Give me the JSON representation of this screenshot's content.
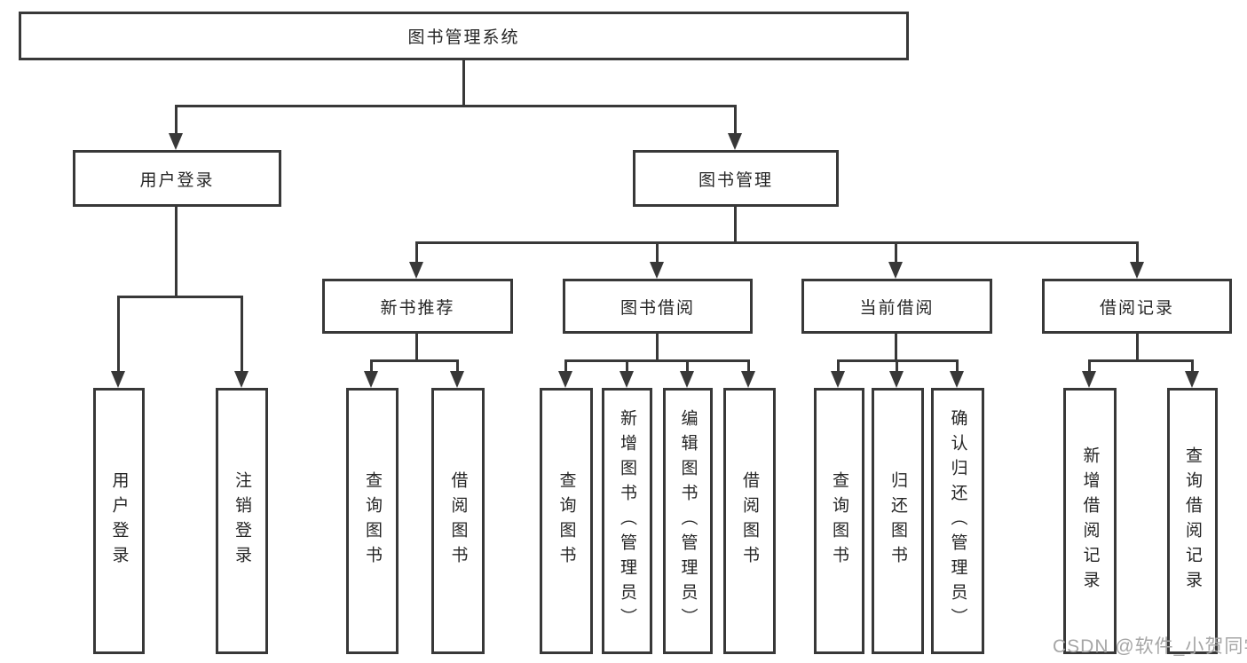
{
  "tree": {
    "label": "图书管理系统",
    "children": [
      {
        "label": "用户登录",
        "children": [
          {
            "label": "用户登录"
          },
          {
            "label": "注销登录"
          }
        ]
      },
      {
        "label": "图书管理",
        "children": [
          {
            "label": "新书推荐",
            "children": [
              {
                "label": "查询图书"
              },
              {
                "label": "借阅图书"
              }
            ]
          },
          {
            "label": "图书借阅",
            "children": [
              {
                "label": "查询图书"
              },
              {
                "label": "新增图书（管理员）"
              },
              {
                "label": "编辑图书（管理员）"
              },
              {
                "label": "借阅图书"
              }
            ]
          },
          {
            "label": "当前借阅",
            "children": [
              {
                "label": "查询图书"
              },
              {
                "label": "归还图书"
              },
              {
                "label": "确认归还（管理员）"
              }
            ]
          },
          {
            "label": "借阅记录",
            "children": [
              {
                "label": "新增借阅记录"
              },
              {
                "label": "查询借阅记录"
              }
            ]
          }
        ]
      }
    ]
  },
  "watermark": "CSDN @软件_小贺同学",
  "colors": {
    "line": "#383838",
    "text": "#262626",
    "watermark": "#a6a6a6",
    "background": "#ffffff"
  }
}
